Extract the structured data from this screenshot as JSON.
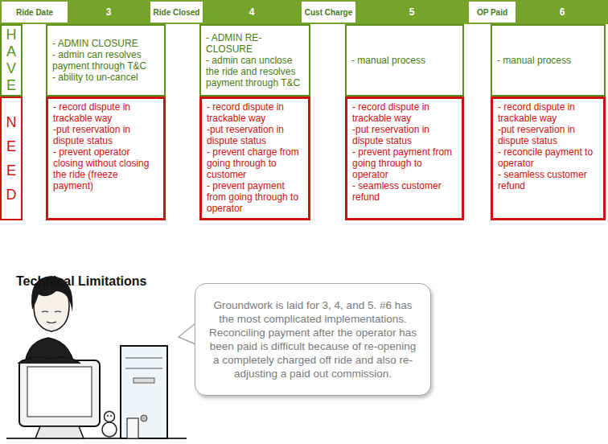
{
  "diagram": {
    "title": "Technical Limitations",
    "nodes": [
      {
        "text": [
          "Ride Date"
        ]
      },
      {
        "text": [
          "3"
        ]
      },
      {
        "text": [
          "Ride Closed"
        ]
      },
      {
        "text": [
          "4"
        ]
      },
      {
        "text": [
          "Cust Charge"
        ]
      },
      {
        "text": [
          "5"
        ]
      },
      {
        "text": [
          "OP Paid"
        ]
      },
      {
        "text": [
          "6"
        ]
      },
      {
        "text": [
          "H A V E"
        ]
      },
      {
        "text": [
          "- ADMIN CLOSURE",
          "- admin can resolves payment through T&C",
          "- ability to un-cancel"
        ]
      },
      {
        "text": [
          "- ADMIN RE-CLOSURE",
          "- admin can unclose the ride and resolves payment through T&C"
        ]
      },
      {
        "text": [
          "- manual process"
        ]
      },
      {
        "text": [
          "- manual process"
        ]
      },
      {
        "text": [
          "N E E D"
        ]
      },
      {
        "text": [
          "- record dispute in trackable way",
          "-put reservation in dispute status",
          "- prevent operator closing without closing the ride (freeze payment)"
        ]
      },
      {
        "text": [
          "- record dispute in trackable way",
          "-put reservation in dispute status",
          "- prevent charge from going through to customer",
          "- prevent payment from going through to operator"
        ]
      },
      {
        "text": [
          "- record dispute in trackable way",
          "-put reservation in dispute status",
          "- prevent payment from going through to operator",
          "- seamless customer refund"
        ]
      },
      {
        "text": [
          "- record dispute in trackable way",
          "-put reservation in dispute status",
          "- reconcile payment to operator",
          "- seamless customer refund"
        ]
      },
      {
        "text": [
          "Groundwork is laid for 3, 4, and 5. #6 has the most complicated implementations. Reconciling payment after the operator has been paid is difficult because of re-opening a completely charged off ride and also re-adjusting a paid out commission."
        ]
      }
    ]
  }
}
